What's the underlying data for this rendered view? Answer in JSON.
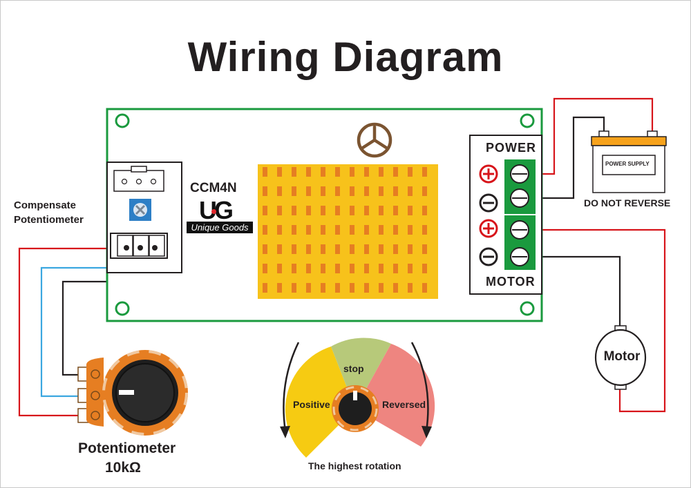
{
  "title": "Wiring Diagram",
  "board": {
    "model": "CCM4N",
    "brand_logo": "UG",
    "brand_tagline": "Unique Goods"
  },
  "terminals": {
    "power_label": "POWER",
    "motor_label": "MOTOR",
    "plus_symbol": "⊕",
    "minus_symbol": "⊖"
  },
  "power_supply": {
    "device_label": "POWER SUPPLY",
    "warning": "DO NOT REVERSE"
  },
  "motor": {
    "label": "Motor"
  },
  "compensate_potentiometer": {
    "label_line1": "Compensate",
    "label_line2": "Potentiometer"
  },
  "potentiometer": {
    "label": "Potentiometer",
    "value": "10kΩ"
  },
  "rotation_dial": {
    "positive": "Positive",
    "stop": "stop",
    "reversed": "Reversed",
    "caption": "The highest rotation"
  },
  "colors": {
    "board_outline": "#1a9a3e",
    "heatsink": "#f7c21b",
    "heatsink_slot": "#e67e22",
    "wire_red": "#d7141a",
    "wire_blue": "#3aa7e0",
    "wire_black": "#231f20",
    "terminal_green": "#1a9a3e",
    "dial_positive": "#f6cb12",
    "dial_stop": "#b7c97a",
    "dial_reversed": "#ee8580"
  }
}
